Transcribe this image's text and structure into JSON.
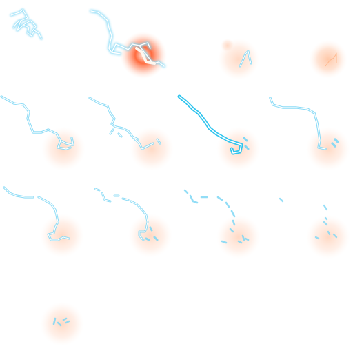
{
  "sheet": {
    "kind": "sprite-sheet",
    "grid": {
      "columns": 4,
      "rows": 4
    },
    "frame_count": 13,
    "colors": {
      "bolt_core": "#ffffff",
      "bolt_glow": "#7fd7f5",
      "bolt_strong": "#2ec4ee",
      "impact_hot": "#ff3d1f",
      "impact_warm": "#ffb080",
      "impact_soft": "#ffe3d4"
    },
    "frames": [
      {
        "id": 1,
        "bolt_intensity": 0.6,
        "impact_intensity": 0.0
      },
      {
        "id": 2,
        "bolt_intensity": 0.8,
        "impact_intensity": 1.0
      },
      {
        "id": 3,
        "bolt_intensity": 0.3,
        "impact_intensity": 0.25
      },
      {
        "id": 4,
        "bolt_intensity": 0.1,
        "impact_intensity": 0.35
      },
      {
        "id": 5,
        "bolt_intensity": 0.6,
        "impact_intensity": 0.2
      },
      {
        "id": 6,
        "bolt_intensity": 0.55,
        "impact_intensity": 0.2
      },
      {
        "id": 7,
        "bolt_intensity": 1.0,
        "impact_intensity": 0.2
      },
      {
        "id": 8,
        "bolt_intensity": 0.6,
        "impact_intensity": 0.2
      },
      {
        "id": 9,
        "bolt_intensity": 0.55,
        "impact_intensity": 0.2
      },
      {
        "id": 10,
        "bolt_intensity": 0.45,
        "impact_intensity": 0.2
      },
      {
        "id": 11,
        "bolt_intensity": 0.3,
        "impact_intensity": 0.2
      },
      {
        "id": 12,
        "bolt_intensity": 0.2,
        "impact_intensity": 0.2
      },
      {
        "id": 13,
        "bolt_intensity": 0.15,
        "impact_intensity": 0.2
      }
    ]
  }
}
